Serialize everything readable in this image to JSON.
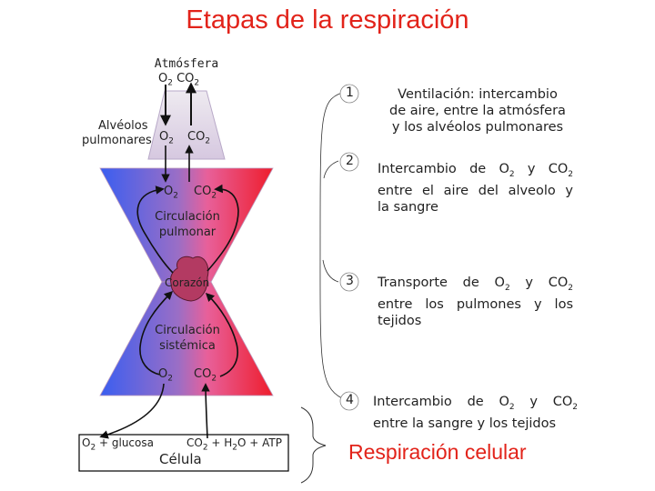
{
  "title": "Etapas de la respiración",
  "diagram": {
    "atmosphere": {
      "label": "Atmósfera",
      "o2": "O",
      "o2_sub": "2",
      "co2": "CO",
      "co2_sub": "2"
    },
    "alveolos": {
      "line1": "Alvéolos",
      "line2": "pulmonares",
      "o2": "O",
      "o2_sub": "2",
      "co2": "CO",
      "co2_sub": "2"
    },
    "pulmonary_gases": {
      "o2": "O",
      "o2_sub": "2",
      "co2": "CO",
      "co2_sub": "2"
    },
    "pulmonary_circ": {
      "line1": "Circulación",
      "line2": "pulmonar"
    },
    "heart": "Corazón",
    "systemic_circ": {
      "line1": "Circulación",
      "line2": "sistémica"
    },
    "tissue_gases": {
      "o2": "O",
      "o2_sub": "2",
      "co2": "CO",
      "co2_sub": "2"
    },
    "cell": {
      "input_o2": "O",
      "input_o2_sub": "2",
      "input_rest": " + glucosa",
      "output_co2": "CO",
      "output_co2_sub": "2",
      "output_mid": " + H",
      "output_h2_sub": "2",
      "output_rest": "O + ATP",
      "label": "Célula"
    }
  },
  "steps": [
    {
      "number": "1",
      "line1": "Ventilación: intercambio",
      "line2": "de aire, entre la atmósfera",
      "line3": "y los alvéolos pulmonares"
    },
    {
      "number": "2",
      "l1_a": "Intercambio de O",
      "l1_sub1": "2",
      "l1_b": " y CO",
      "l1_sub2": "2",
      "line2": "entre el aire del alveolo y",
      "line3": "la sangre"
    },
    {
      "number": "3",
      "l1_a": "Transporte de O",
      "l1_sub1": "2",
      "l1_b": " y CO",
      "l1_sub2": "2",
      "line2": "entre los pulmones y los",
      "line3": "tejidos"
    },
    {
      "number": "4",
      "l1_a": "Intercambio de O",
      "l1_sub1": "2",
      "l1_b": " y CO",
      "l1_sub2": "2",
      "line2": "entre la sangre y los tejidos"
    }
  ],
  "cellular_respiration": "Respiración celular",
  "colors": {
    "title": "#e2231a",
    "blue": "#3a5ef0",
    "red": "#ee1d2c",
    "alveolus": "#d9cfe0",
    "heart": "#b33a62"
  }
}
